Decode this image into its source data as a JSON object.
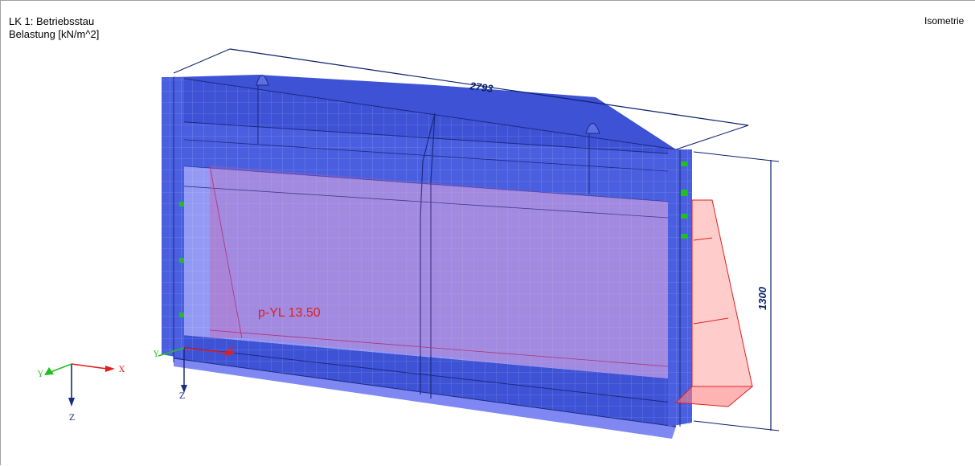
{
  "view": {
    "title_line1": "LK 1: Betriebsstau",
    "title_line2": "Belastung [kN/m^2]",
    "projection": "Isometrie"
  },
  "dimensions": {
    "length": "2793",
    "height": "1300"
  },
  "load": {
    "label": "p-YL 13.50"
  },
  "axes": {
    "global": {
      "x": "X",
      "y": "Y",
      "z": "Z"
    },
    "local": {
      "x": "X",
      "y": "Y",
      "z": "Z"
    }
  },
  "colors": {
    "structure": "#3a52d8",
    "load": "#e02020",
    "dimension": "#0b1f6b",
    "support": "#20c020"
  }
}
